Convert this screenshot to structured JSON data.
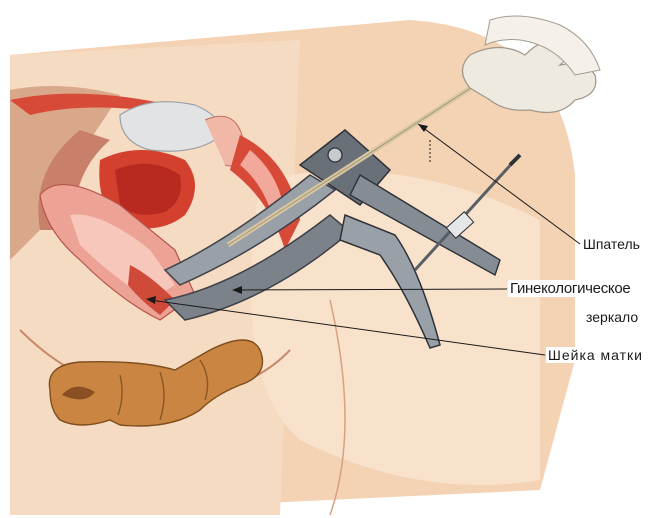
{
  "labels": {
    "spatula": "Шпатель",
    "speculum_line1": "Гинекологическое",
    "speculum_line2": "зеркало",
    "cervix": "Шейка матки"
  },
  "colors": {
    "skin": "#f0c7a5",
    "skin_light": "#f8dcc4",
    "muscle_red": "#d2362a",
    "tissue_pink": "#e9968a",
    "bowel": "#c7843c",
    "metal": "#8a8f96",
    "metal_dark": "#474b52",
    "glove": "#efeae0",
    "bladder": "#e2e4e6"
  }
}
